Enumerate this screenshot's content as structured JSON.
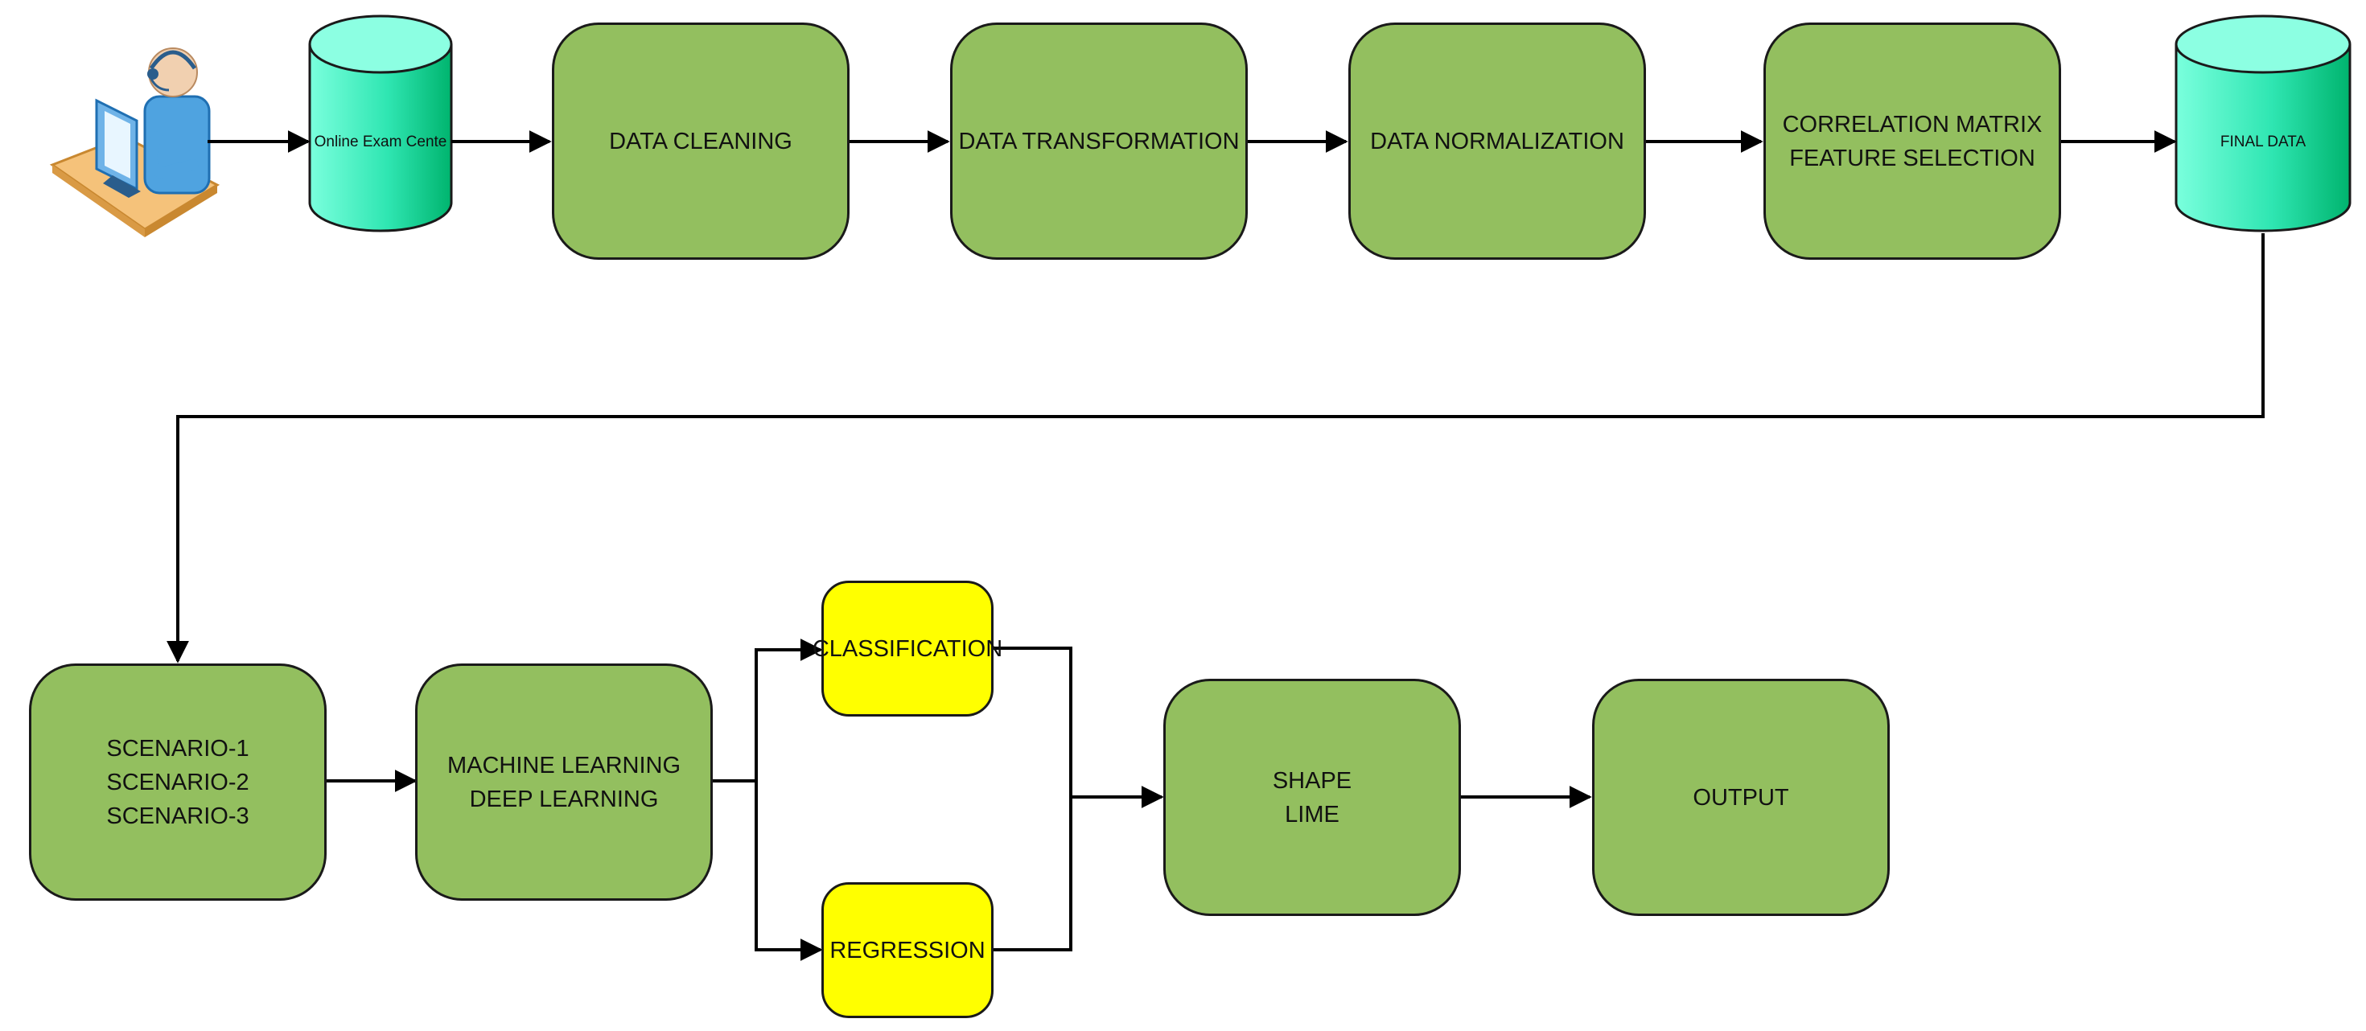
{
  "nodes": {
    "source_db": {
      "label": "Online Exam Cente"
    },
    "data_cleaning": {
      "label": "DATA CLEANING"
    },
    "data_transformation": {
      "label": "DATA TRANSFORMATION"
    },
    "data_normalization": {
      "label": "DATA NORMALIZATION"
    },
    "feature_selection": {
      "lines": [
        "CORRELATION MATRIX",
        "FEATURE SELECTION"
      ]
    },
    "final_data": {
      "label": "FINAL DATA"
    },
    "scenarios": {
      "lines": [
        "SCENARIO-1",
        "SCENARIO-2",
        "SCENARIO-3"
      ]
    },
    "learning": {
      "lines": [
        "MACHINE LEARNING",
        "DEEP LEARNING"
      ]
    },
    "classification": {
      "label": "CLASSIFICATION"
    },
    "regression": {
      "label": "REGRESSION"
    },
    "explainability": {
      "lines": [
        "SHAPE",
        "LIME"
      ]
    },
    "output": {
      "label": "OUTPUT"
    }
  },
  "colors": {
    "process_box": "#93bf5f",
    "task_box": "#ffff00",
    "database_top": "#a8ffe6",
    "database_body": "#3de8b8",
    "stroke": "#1a1a1a"
  },
  "icons": {
    "user": "user-at-computer-icon"
  }
}
